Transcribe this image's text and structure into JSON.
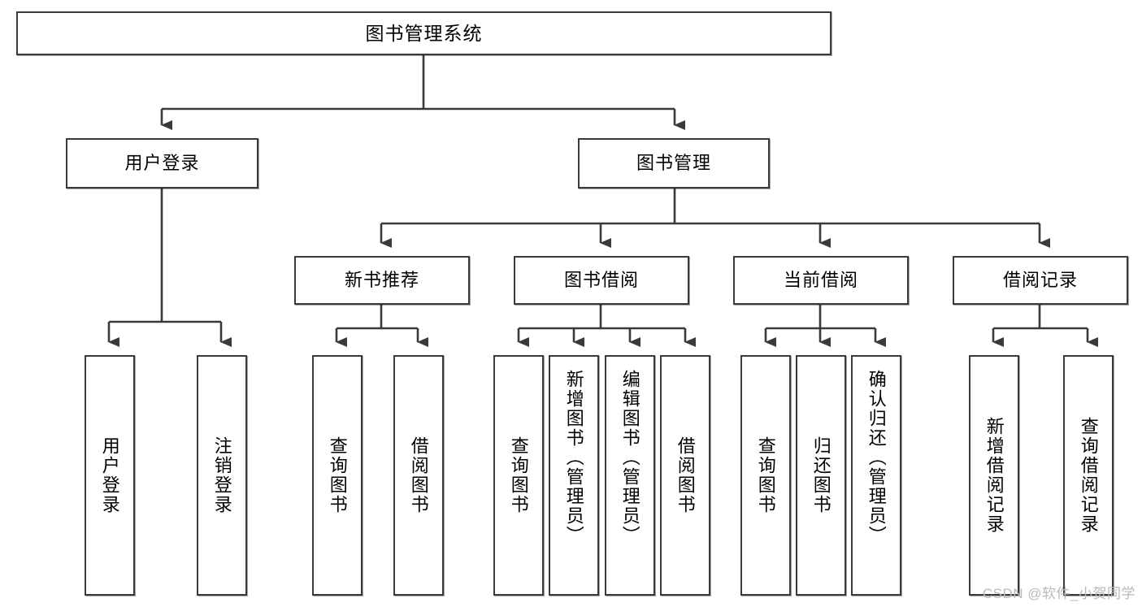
{
  "diagram": {
    "title": "图书管理系统",
    "watermark": "CSDN @软件_小贺同学",
    "colors": {
      "box_border": "#3a3a3a",
      "box_fill": "#ffffff",
      "line": "#3a3a3a",
      "text": "#000000",
      "watermark": "#b9b9b9",
      "background": "#ffffff"
    },
    "type": "tree-hierarchy",
    "levels": 4,
    "root": {
      "id": "root",
      "label": "图书管理系统"
    },
    "level2": [
      {
        "id": "user-login",
        "label": "用户登录"
      },
      {
        "id": "book-manage",
        "label": "图书管理"
      }
    ],
    "level3": [
      {
        "id": "new-book-recommend",
        "label": "新书推荐",
        "parent": "book-manage"
      },
      {
        "id": "book-borrow",
        "label": "图书借阅",
        "parent": "book-manage"
      },
      {
        "id": "current-borrow",
        "label": "当前借阅",
        "parent": "book-manage"
      },
      {
        "id": "borrow-record",
        "label": "借阅记录",
        "parent": "book-manage"
      }
    ],
    "leaves": {
      "user-login": [
        {
          "id": "leaf-user-login",
          "label": "用户登录"
        },
        {
          "id": "leaf-user-logout",
          "label": "注销登录"
        }
      ],
      "new-book-recommend": [
        {
          "id": "leaf-query-book-1",
          "label": "查询图书"
        },
        {
          "id": "leaf-borrow-book-1",
          "label": "借阅图书"
        }
      ],
      "book-borrow": [
        {
          "id": "leaf-query-book-2",
          "label": "查询图书"
        },
        {
          "id": "leaf-add-book",
          "label": "新增图书（管理员）"
        },
        {
          "id": "leaf-edit-book",
          "label": "编辑图书（管理员）"
        },
        {
          "id": "leaf-borrow-book-2",
          "label": "借阅图书"
        }
      ],
      "current-borrow": [
        {
          "id": "leaf-query-book-3",
          "label": "查询图书"
        },
        {
          "id": "leaf-return-book",
          "label": "归还图书"
        },
        {
          "id": "leaf-confirm-return",
          "label": "确认归还（管理员）"
        }
      ],
      "borrow-record": [
        {
          "id": "leaf-add-record",
          "label": "新增借阅记录"
        },
        {
          "id": "leaf-query-record",
          "label": "查询借阅记录"
        }
      ]
    }
  }
}
